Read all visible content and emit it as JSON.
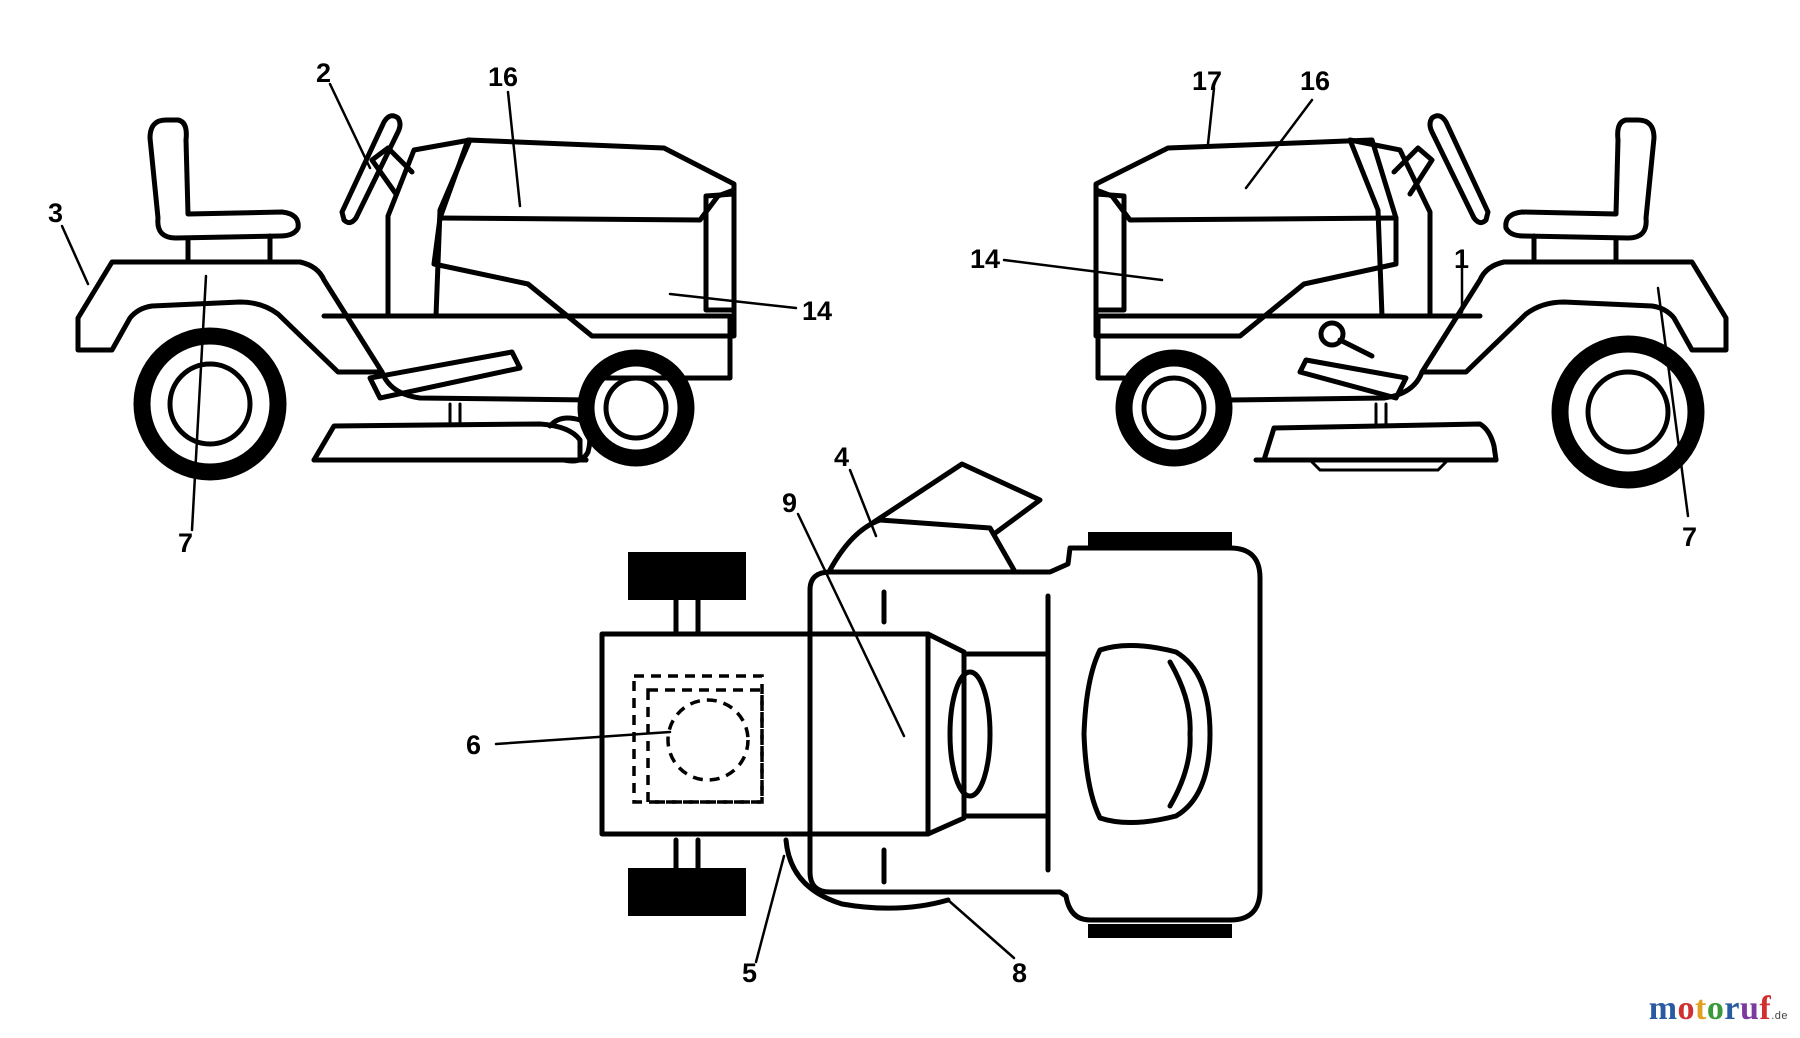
{
  "callouts": {
    "c1": "1",
    "c2": "2",
    "c3": "3",
    "c4": "4",
    "c5": "5",
    "c6": "6",
    "c7_left": "7",
    "c7_right": "7",
    "c8": "8",
    "c9": "9",
    "c14_left": "14",
    "c14_right": "14",
    "c16_left": "16",
    "c16_right": "16",
    "c17": "17"
  },
  "watermark": {
    "letters": [
      "m",
      "o",
      "t",
      "o",
      "r",
      "u",
      "f"
    ],
    "colors": [
      "#2a5aa0",
      "#d03030",
      "#e0a020",
      "#3a9a3a",
      "#2a5aa0",
      "#7a3aa0",
      "#d03030"
    ],
    "suffix": ".de"
  }
}
